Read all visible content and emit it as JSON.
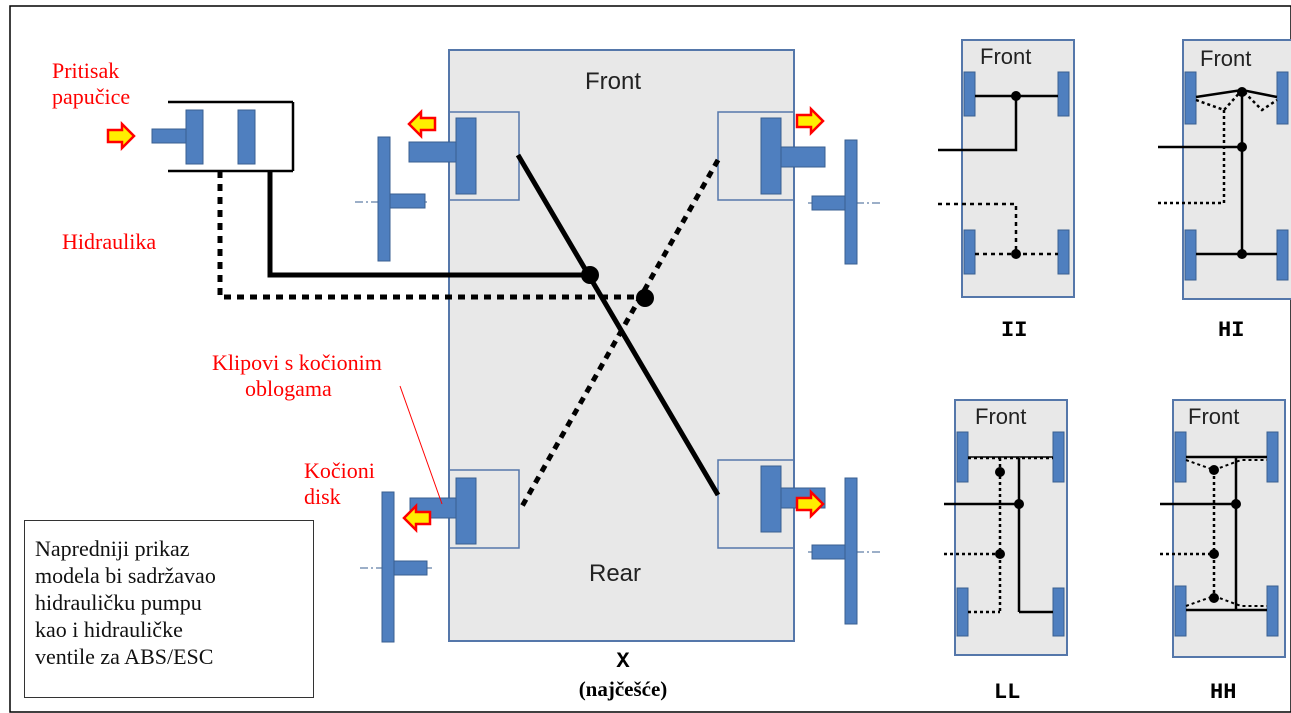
{
  "labels": {
    "pedal_pressure_1": "Pritisak",
    "pedal_pressure_2": "papučice",
    "hydraulics": "Hidraulika",
    "pistons_1": "Klipovi s kočionim",
    "pistons_2": "oblogama",
    "disc_1": "Kočioni",
    "disc_2": "disk"
  },
  "main_car": {
    "front": "Front",
    "rear": "Rear"
  },
  "main_caption": {
    "code": "X",
    "subtitle": "(najčešće)"
  },
  "layouts": [
    {
      "code": "II",
      "front": "Front"
    },
    {
      "code": "HI",
      "front": "Front"
    },
    {
      "code": "LL",
      "front": "Front"
    },
    {
      "code": "HH",
      "front": "Front"
    }
  ],
  "note": [
    "Napredniji prikaz",
    "modela bi sadržavao",
    "hidrauličku pumpu",
    "kao i hidrauličke",
    "ventile za ABS/ESC"
  ],
  "colors": {
    "label_red": "#ff0000",
    "car_fill": "#e8e8e8",
    "car_border": "#5577aa",
    "component_blue": "#4f7fbf",
    "arrow_fill": "#ffee00",
    "arrow_stroke": "#ff0000"
  }
}
